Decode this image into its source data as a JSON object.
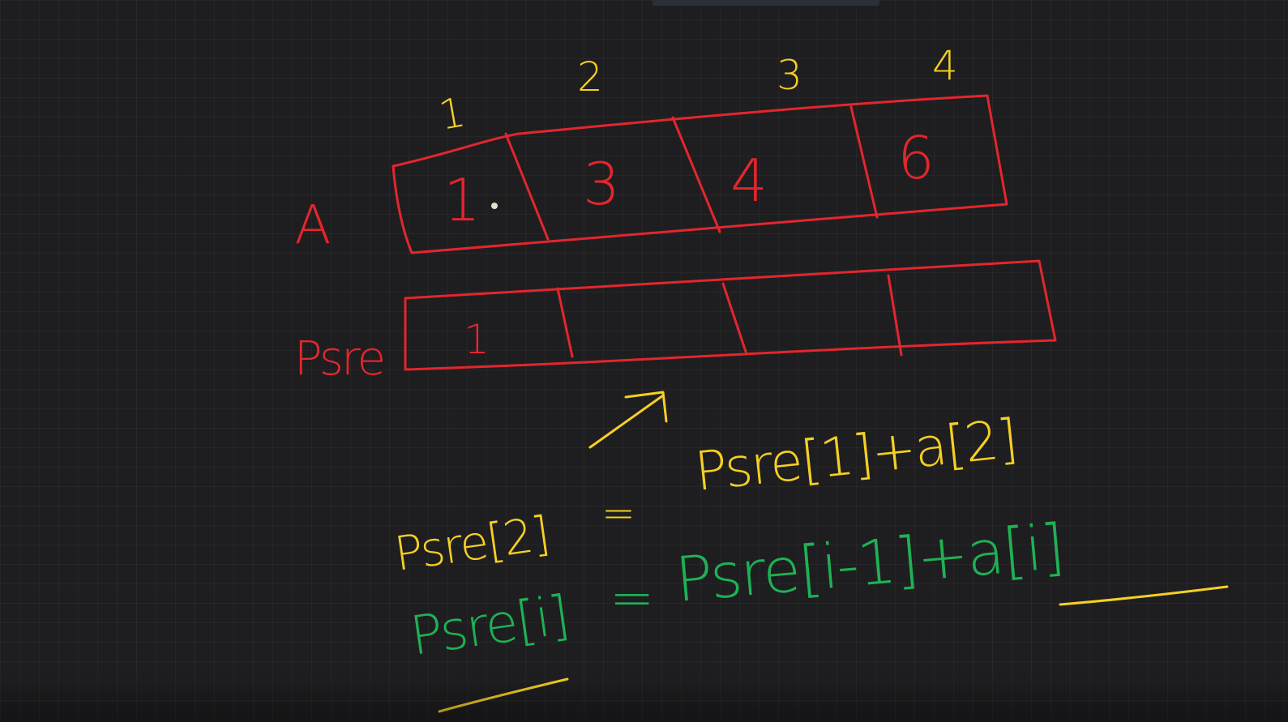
{
  "diagram": {
    "array_a": {
      "label": "A",
      "indices": [
        "1",
        "2",
        "3",
        "4"
      ],
      "cells": [
        "1",
        "3",
        "4",
        "6"
      ]
    },
    "prefix_array": {
      "label": "Psre",
      "cells": [
        "1",
        "",
        "",
        ""
      ]
    },
    "equations": {
      "example": {
        "lhs": "Psre[2]",
        "equals": "=",
        "rhs": "Psre[1]+a[2]"
      },
      "general": {
        "lhs": "Psre[i]",
        "equals": "=",
        "rhs": "Psre[i-1]+a[i]"
      }
    },
    "colors": {
      "array_ink": "#e3262d",
      "index_ink": "#f5cf24",
      "example_ink": "#f5cf24",
      "general_ink": "#1fb155",
      "background": "#1e1e20"
    }
  }
}
